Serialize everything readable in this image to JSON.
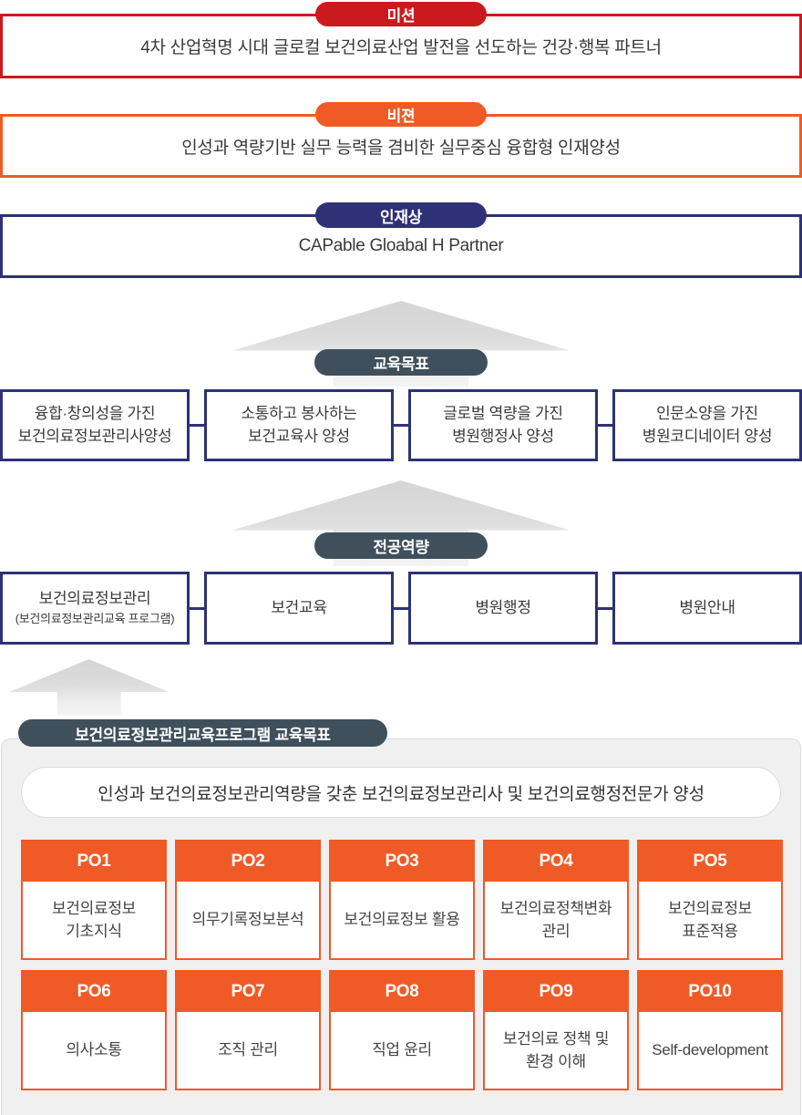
{
  "colors": {
    "mission_red": "#cb1a1d",
    "vision_orange": "#f05a26",
    "talent_navy": "#2e3175",
    "slate_badge": "#3f505c",
    "po_orange": "#f05a26",
    "panel_bg": "#f0f0f0",
    "arrow_gray": "#d5d5d5"
  },
  "mission": {
    "badge": "미션",
    "text": "4차 산업혁명 시대 글로컬 보건의료산업 발전을 선도하는 건강·행복 파트너"
  },
  "vision": {
    "badge": "비젼",
    "text": "인성과 역량기반 실무 능력을 겸비한 실무중심 융합형 인재양성"
  },
  "talent": {
    "badge": "인재상",
    "text": "CAPable Gloabal H Partner"
  },
  "edu_goals": {
    "badge": "교육목표",
    "items": [
      "융합·창의성을 가진\n보건의료정보관리사양성",
      "소통하고 봉사하는\n보건교육사 양성",
      "글로벌 역량을 가진\n병원행정사 양성",
      "인문소양을 가진\n병원코디네이터 양성"
    ]
  },
  "major": {
    "badge": "전공역량",
    "items": [
      {
        "title": "보건의료정보관리",
        "sub": "(보건의료정보관리교육 프로그램)"
      },
      {
        "title": "보건교육",
        "sub": ""
      },
      {
        "title": "병원행정",
        "sub": ""
      },
      {
        "title": "병원안내",
        "sub": ""
      }
    ]
  },
  "program": {
    "badge": "보건의료정보관리교육프로그램 교육목표",
    "summary": "인성과 보건의료정보관리역량을 갖춘 보건의료정보관리사 및 보건의료행정전문가 양성",
    "po_cards": [
      {
        "id": "PO1",
        "label": "보건의료정보\n기초지식"
      },
      {
        "id": "PO2",
        "label": "의무기록정보분석"
      },
      {
        "id": "PO3",
        "label": "보건의료정보 활용"
      },
      {
        "id": "PO4",
        "label": "보건의료정책변화\n관리"
      },
      {
        "id": "PO5",
        "label": "보건의료정보\n표준적용"
      },
      {
        "id": "PO6",
        "label": "의사소통"
      },
      {
        "id": "PO7",
        "label": "조직 관리"
      },
      {
        "id": "PO8",
        "label": "직업 윤리"
      },
      {
        "id": "PO9",
        "label": "보건의료 정책 및\n환경 이해"
      },
      {
        "id": "PO10",
        "label": "Self-development"
      }
    ]
  }
}
